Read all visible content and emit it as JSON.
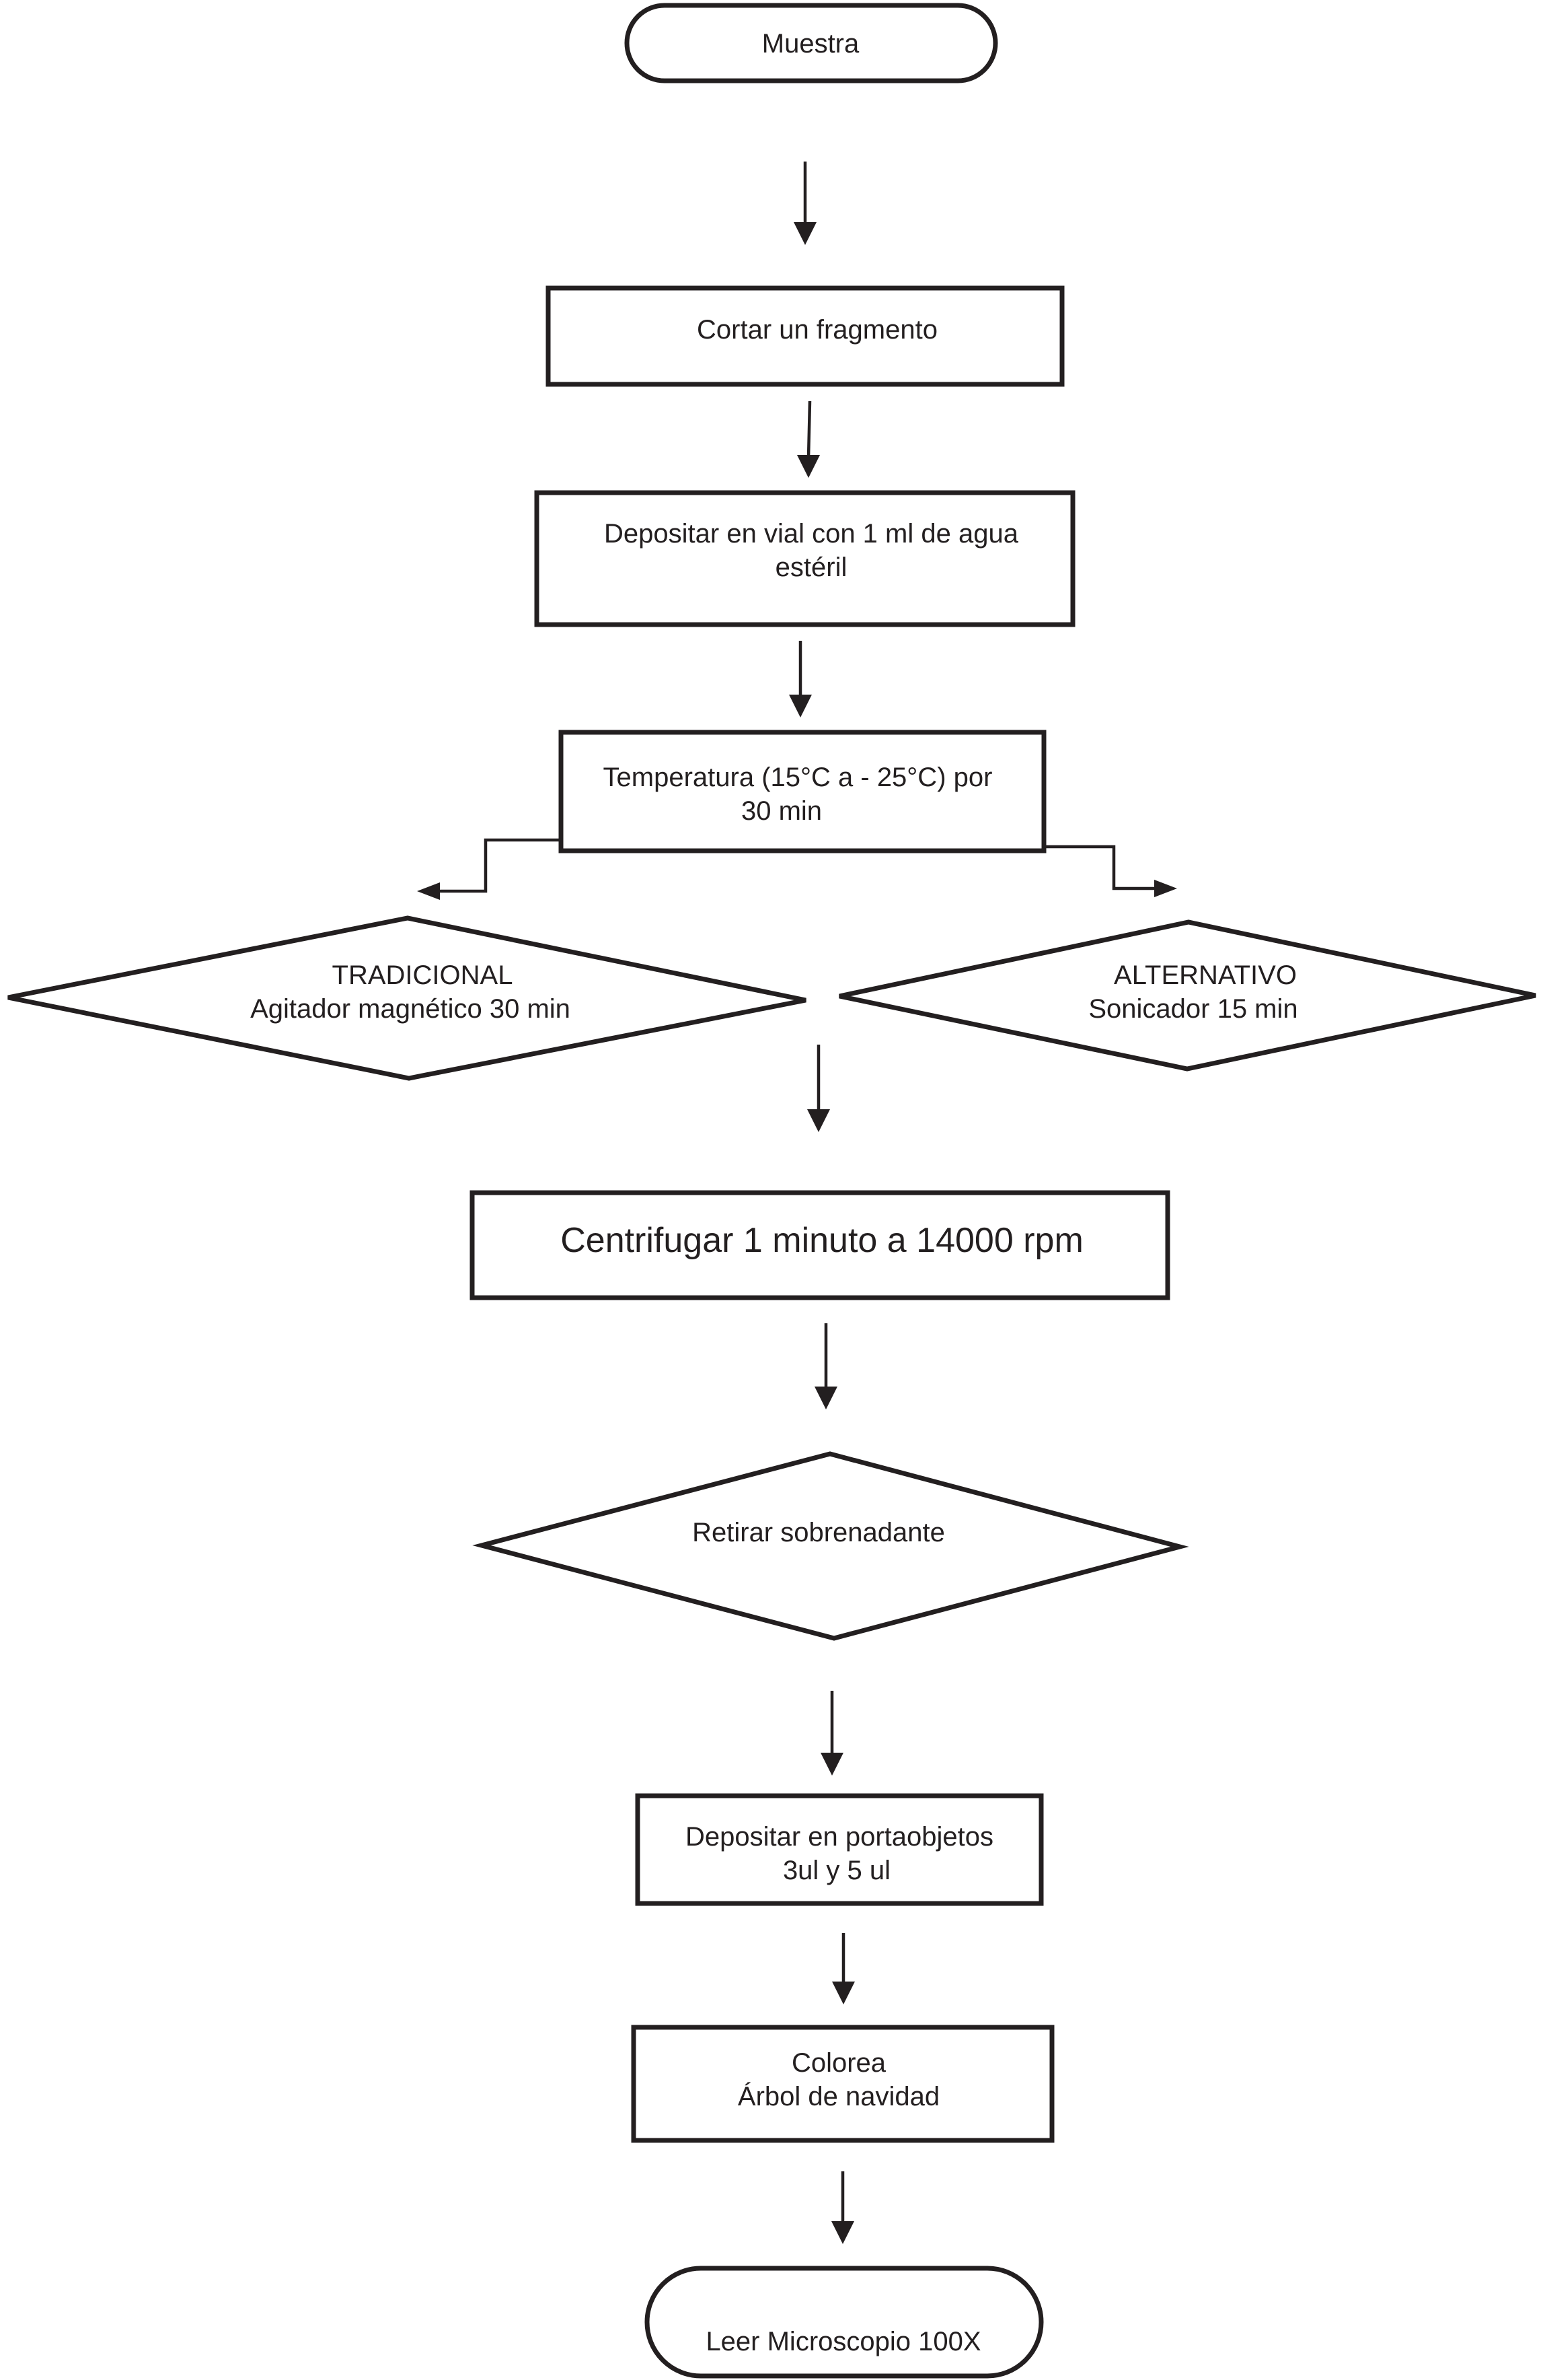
{
  "flowchart": {
    "start": {
      "label": "Muestra"
    },
    "cut": {
      "label": "Cortar un fragmento"
    },
    "deposit_vial": {
      "line1": "Depositar en vial con 1 ml de agua",
      "line2": "estéril"
    },
    "temperature": {
      "line1": "Temperatura (15°C a - 25°C) por",
      "line2": "30 min"
    },
    "traditional": {
      "line1": "TRADICIONAL",
      "line2": "Agitador magnético 30 min"
    },
    "alternative": {
      "line1": "ALTERNATIVO",
      "line2": "Sonicador 15 min"
    },
    "centrifuge": {
      "label": "Centrifugar 1 minuto a 14000 rpm"
    },
    "remove": {
      "label": "Retirar sobrenadante"
    },
    "deposit_slide": {
      "line1": "Depositar en portaobjetos",
      "line2": "3ul y 5 ul"
    },
    "stain": {
      "line1": "Colorea",
      "line2": "Árbol de navidad"
    },
    "end": {
      "label": "Leer Microscopio 100X"
    }
  },
  "colors": {
    "line": "#231f20",
    "background": "#ffffff"
  }
}
